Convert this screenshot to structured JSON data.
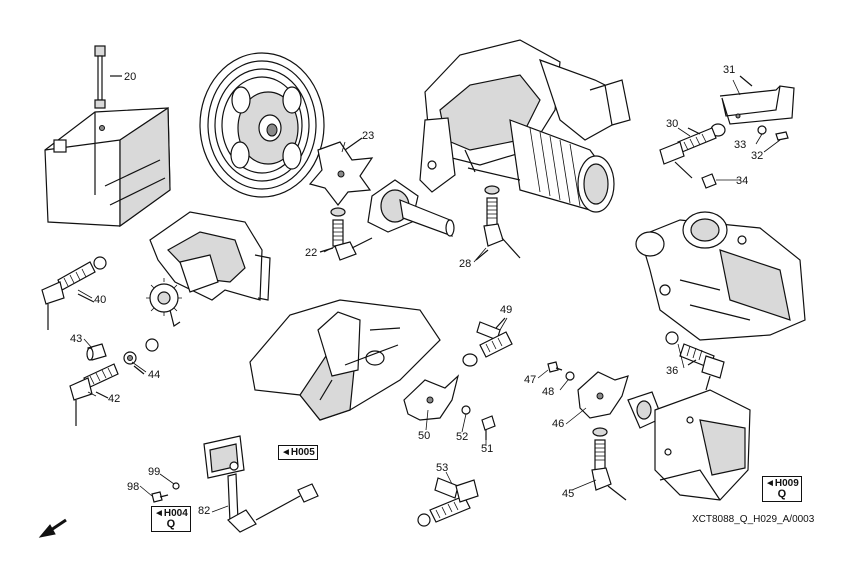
{
  "callouts": {
    "p20": "20",
    "p23": "23",
    "p22": "22",
    "p28": "28",
    "p31": "31",
    "p30": "30",
    "p33": "33",
    "p32": "32",
    "p34": "34",
    "p40": "40",
    "p43": "43",
    "p44": "44",
    "p42": "42",
    "p49": "49",
    "p47": "47",
    "p48": "48",
    "p36": "36",
    "p46": "46",
    "p50": "50",
    "p52": "52",
    "p51": "51",
    "p53": "53",
    "p45": "45",
    "p99": "99",
    "p98": "98",
    "p82": "82"
  },
  "references": {
    "h005": "◄H005",
    "h004": "◄H004",
    "h004_q": "Q",
    "h009": "◄H009",
    "h009_q": "Q"
  },
  "drawing_code": "XCT8088_Q_H029_A/0003",
  "icons": {
    "direction": "arrow-down-left-icon"
  }
}
